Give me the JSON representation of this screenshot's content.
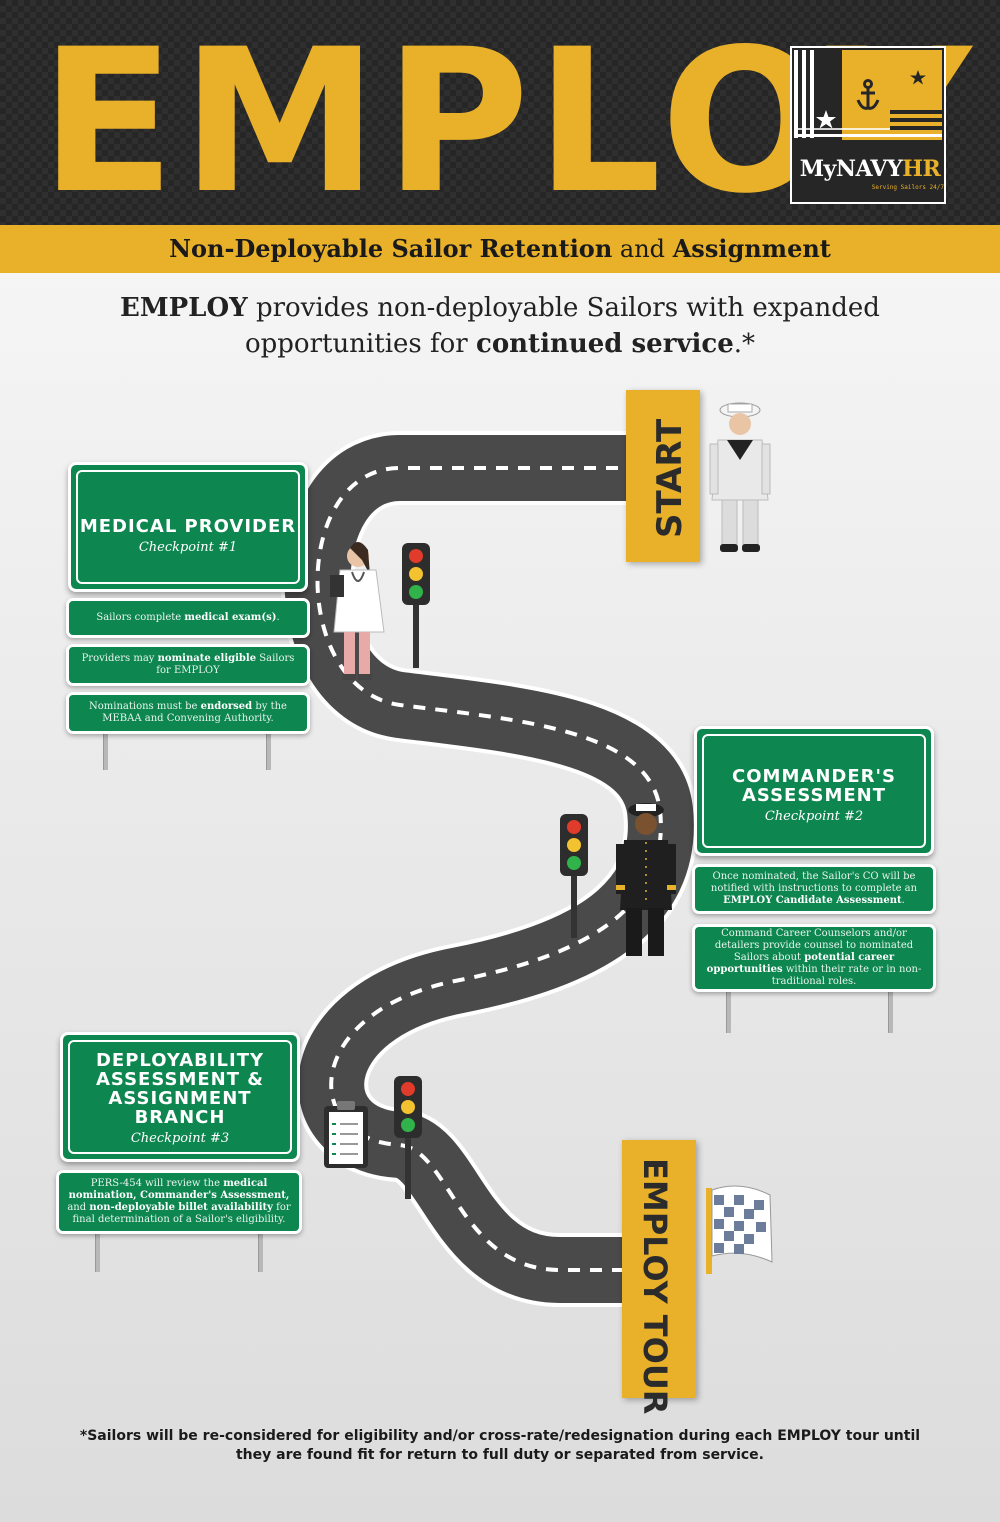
{
  "header": {
    "title": "EMPLOY",
    "logo": {
      "text_my": "My",
      "text_navy": "NAVY",
      "text_hr": "HR",
      "tagline": "Serving Sailors 24/7",
      "icon": "anchor-icon"
    },
    "subtitle_bold_1": "Non-Deployable Sailor Retention",
    "subtitle_and": "and",
    "subtitle_bold_2": "Assignment"
  },
  "intro": {
    "bold_1": "EMPLOY",
    "text_1": "provides non-deployable Sailors with expanded opportunities for",
    "bold_2": "continued service",
    "text_2": ".*"
  },
  "road": {
    "start_label": "START",
    "end_label": "EMPLOY TOUR"
  },
  "checkpoints": [
    {
      "title": "MEDICAL PROVIDER",
      "subtitle": "Checkpoint #1",
      "notes": [
        {
          "pre": "Sailors complete ",
          "bold": "medical exam(s)",
          "post": "."
        },
        {
          "pre": "Providers may ",
          "bold": "nominate eligible",
          "post": " Sailors for EMPLOY"
        },
        {
          "pre": "Nominations must be ",
          "bold": "endorsed",
          "post": " by the MEBAA and Convening Authority."
        }
      ]
    },
    {
      "title": "COMMANDER'S ASSESSMENT",
      "subtitle": "Checkpoint #2",
      "notes": [
        {
          "pre": "Once nominated, the Sailor's CO will be notified with instructions to complete an ",
          "bold": "EMPLOY Candidate Assessment",
          "post": "."
        },
        {
          "pre": "Command Career Counselors and/or detailers provide counsel to nominated Sailors about ",
          "bold": "potential career opportunities",
          "post": " within their rate or in non-traditional roles."
        }
      ]
    },
    {
      "title": "DEPLOYABILITY ASSESSMENT & ASSIGNMENT BRANCH",
      "subtitle": "Checkpoint #3",
      "notes": [
        {
          "pre": "PERS-454 will review the ",
          "bold": "medical nomination, Commander's Assessment,",
          "mid": " and ",
          "bold2": "non-deployable billet availability",
          "post": " for final determination of a Sailor's eligibility."
        }
      ]
    }
  ],
  "icons": [
    "sailor-figure-icon",
    "doctor-figure-icon",
    "officer-figure-icon",
    "traffic-light-icon",
    "clipboard-icon",
    "checkered-flag-icon",
    "star-icon"
  ],
  "colors": {
    "gold": "#e9b12a",
    "sign_green": "#0d8650",
    "road": "#4a4a4a",
    "header_bg": "#262626"
  },
  "footnote": "*Sailors will be re-considered for eligibility and/or cross-rate/redesignation during each EMPLOY tour until they are found fit for return to full duty or separated from service."
}
